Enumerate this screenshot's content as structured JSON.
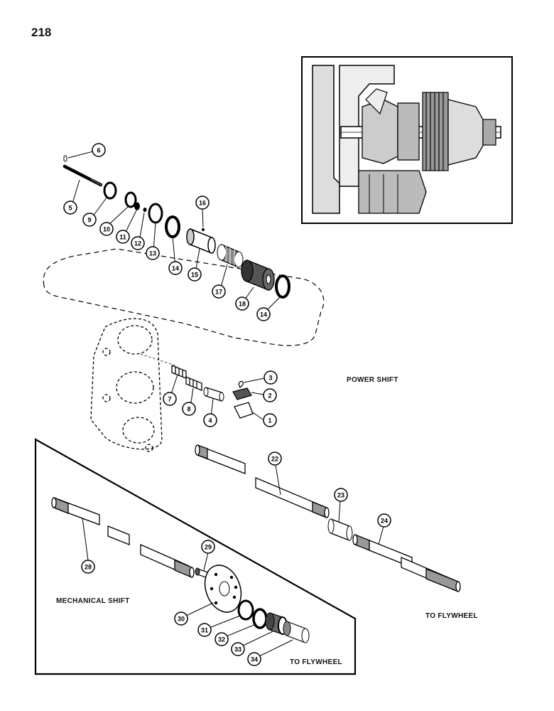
{
  "page": {
    "number": "218"
  },
  "captions": {
    "power_shift": "POWER SHIFT",
    "mechanical_shift": "MECHANICAL SHIFT",
    "to_flywheel_right": "TO FLYWHEEL",
    "to_flywheel_inset": "TO FLYWHEEL"
  },
  "callouts": {
    "c1": "1",
    "c2": "2",
    "c3": "3",
    "c4": "4",
    "c5": "5",
    "c6": "6",
    "c7": "7",
    "c8": "8",
    "c9": "9",
    "c10": "10",
    "c11": "11",
    "c12": "12",
    "c13": "13",
    "c14a": "14",
    "c14b": "14",
    "c15": "15",
    "c16": "16",
    "c17": "17",
    "c18": "18",
    "c22": "22",
    "c23": "23",
    "c24": "24",
    "c28": "28",
    "c29": "29",
    "c30": "30",
    "c31": "31",
    "c32": "32",
    "c33": "33",
    "c34": "34"
  }
}
